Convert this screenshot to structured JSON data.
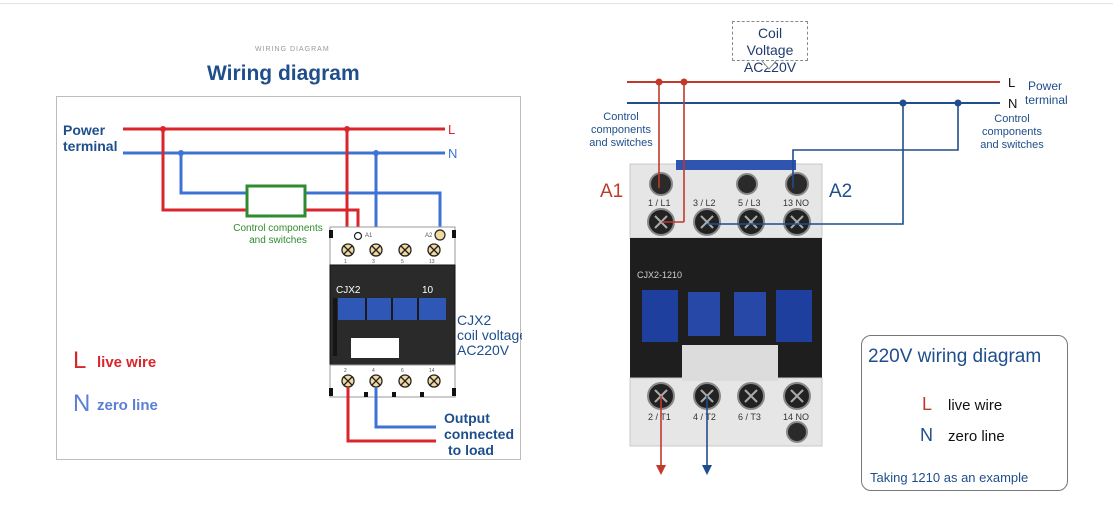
{
  "left": {
    "small_caption": "WIRING DIAGRAM",
    "title": "Wiring diagram",
    "power_terminal": [
      "Power",
      "terminal"
    ],
    "L": "L",
    "N": "N",
    "control": [
      "Control components",
      "and switches"
    ],
    "top_pins": [
      "1",
      "3",
      "5",
      "13"
    ],
    "coil_pins": [
      "A1",
      "A2"
    ],
    "bottom_pins": [
      "2",
      "4",
      "6",
      "14"
    ],
    "device_model": "CJX2",
    "device_num": "10",
    "device_text": [
      "CJX2",
      "coil voltage",
      "AC220V"
    ],
    "legend": [
      {
        "letter": "L",
        "text": "live wire"
      },
      {
        "letter": "N",
        "text": "zero line"
      }
    ],
    "output": [
      "Output",
      "connected",
      "to load"
    ]
  },
  "right": {
    "coil_voltage": [
      "Coil Voltage",
      "AC220V"
    ],
    "L": "L",
    "N": "N",
    "power_terminal": [
      "Power",
      "terminal"
    ],
    "control_left": [
      "Control",
      "components",
      "and switches"
    ],
    "control_right": [
      "Control",
      "components",
      "and switches"
    ],
    "A1": "A1",
    "A2": "A2",
    "top_labels": [
      "1 / L1",
      "3 / L2",
      "5 / L3",
      "13 NO"
    ],
    "bottom_labels": [
      "2 / T1",
      "4 / T2",
      "6 / T3",
      "14 NO"
    ],
    "model": "CJX2-1210",
    "legend_title": "220V wiring diagram",
    "legend": [
      {
        "letter": "L",
        "text": "live wire"
      },
      {
        "letter": "N",
        "text": "zero line"
      }
    ],
    "legend_note": "Taking 1210 as an example"
  },
  "colors": {
    "live": "#d9262c",
    "zero": "#3e73d6",
    "dark_live": "#c0392b",
    "dark_zero": "#1f4e8c",
    "title": "#1f4e8c",
    "green": "#2e8b2e"
  }
}
